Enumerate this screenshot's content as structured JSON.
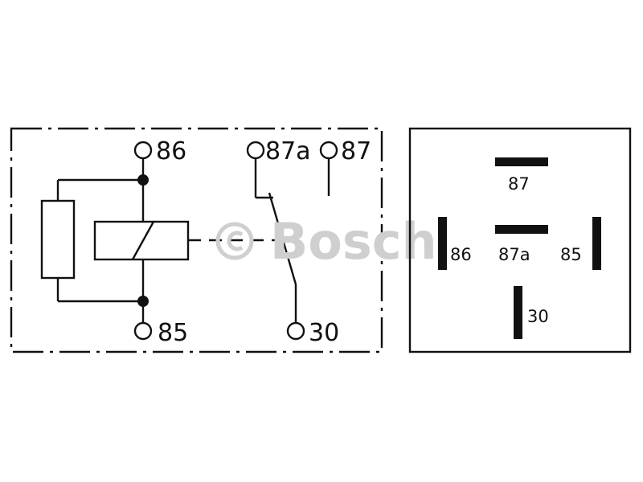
{
  "watermark": {
    "symbol": "©",
    "brand": "Bosch"
  },
  "schematic": {
    "pins": [
      {
        "id": "86",
        "label": "86"
      },
      {
        "id": "85",
        "label": "85"
      },
      {
        "id": "87a",
        "label": "87a"
      },
      {
        "id": "87",
        "label": "87"
      },
      {
        "id": "30",
        "label": "30"
      }
    ]
  },
  "footprint": {
    "pads": [
      {
        "id": "87",
        "label": "87"
      },
      {
        "id": "87a",
        "label": "87a"
      },
      {
        "id": "86",
        "label": "86"
      },
      {
        "id": "85",
        "label": "85"
      },
      {
        "id": "30",
        "label": "30"
      }
    ]
  },
  "colors": {
    "line": "#111111",
    "watermark": "#cfcfcf",
    "background": "#ffffff"
  }
}
